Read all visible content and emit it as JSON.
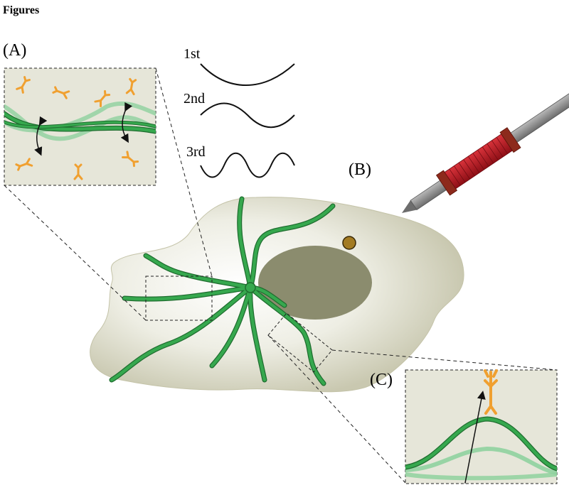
{
  "heading": "Figures",
  "panels": {
    "a": "(A)",
    "b": "(B)",
    "c": "(C)"
  },
  "modes": [
    "1st",
    "2nd",
    "3rd"
  ],
  "colors": {
    "cell_fill": "#d9d8c6",
    "nucleus": "#8b8c6e",
    "microtubule": "#2e9a44",
    "microtubule_ghost": "#8fd19e",
    "motor_protein": "#f0a030",
    "inset_bg": "#e6e6d9",
    "coil": "#b0161e",
    "probe": "#8a8a8a",
    "particle": "#a37b22"
  },
  "icons": {
    "probe": "electromagnetic-probe-icon",
    "motor": "kinesin-motor-icon"
  }
}
